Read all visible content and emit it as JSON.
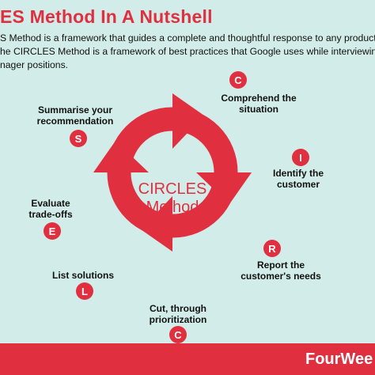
{
  "title": "ES Method In A Nutshell",
  "intro": [
    "S Method is a framework that guides a complete and thoughtful response to any product design",
    "he CIRCLES Method is a framework of best practices that Google uses while interviewing candidates",
    "nager positions."
  ],
  "center": {
    "line1": "CIRCLES",
    "line2": "Method"
  },
  "steps": [
    {
      "letter": "C",
      "line1": "Comprehend the",
      "line2": "situation"
    },
    {
      "letter": "I",
      "line1": "Identify the",
      "line2": "customer"
    },
    {
      "letter": "R",
      "line1": "Report the",
      "line2": "customer's needs"
    },
    {
      "letter": "C",
      "line1": "Cut, through",
      "line2": "prioritization"
    },
    {
      "letter": "L",
      "line1": "List solutions",
      "line2": ""
    },
    {
      "letter": "E",
      "line1": "Evaluate",
      "line2": "trade-offs"
    },
    {
      "letter": "S",
      "line1": "Summarise your",
      "line2": "recommendation"
    }
  ],
  "footer": {
    "brand": "FourWee"
  },
  "colors": {
    "accent": "#e03040",
    "background": "#d2ede9",
    "text": "#111111"
  }
}
